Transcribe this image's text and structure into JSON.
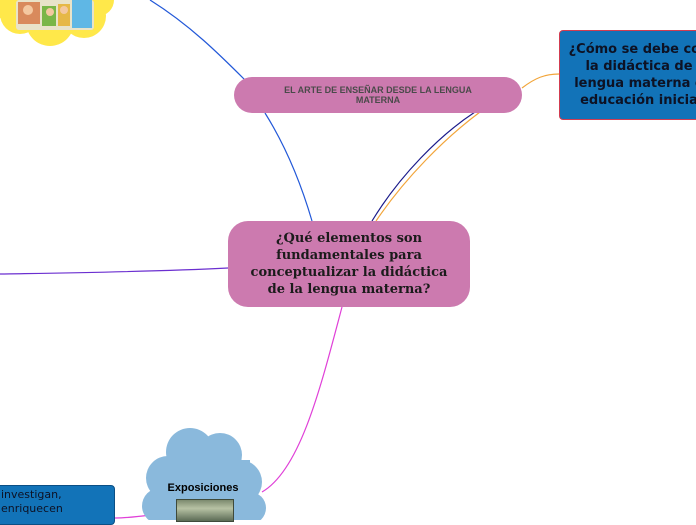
{
  "central": {
    "title": "¿Qué elementos son fundamentales para conceptualizar la didáctica de la lengua materna?"
  },
  "topic": {
    "title": "EL ARTE DE ENSEÑAR DESDE LA LENGUA MATERNA"
  },
  "question": {
    "lines": [
      "¿Cómo se debe con",
      "la didáctica de",
      "lengua materna e",
      "educación inicia"
    ]
  },
  "exposiciones": {
    "label": "Exposiciones"
  },
  "note": {
    "lines": [
      "investigan,",
      "enriquecen"
    ]
  },
  "colors": {
    "central": "#cc7aaf",
    "topic": "#cc7aaf",
    "question_fill": "#1273b8",
    "question_border": "#d23c50",
    "cloud": "#8ab9dc",
    "sticker_cloud": "#ffe84a",
    "line_blue": "#2258d8",
    "line_magenta": "#e040d8",
    "line_purple": "#6b2fd0",
    "line_orange": "#f2a53a",
    "line_navy": "#1a1a8a"
  }
}
